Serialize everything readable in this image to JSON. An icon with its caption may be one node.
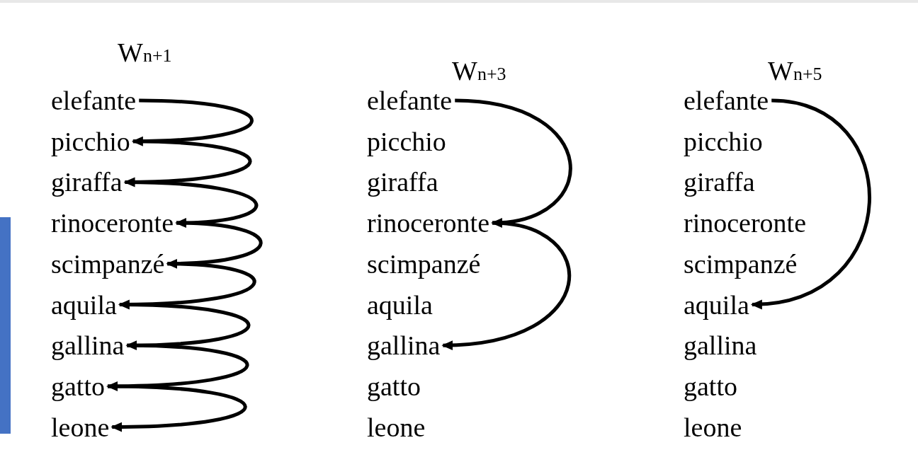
{
  "diagram": {
    "nodes": [
      {
        "text": [
          "elefante"
        ]
      },
      {
        "text": [
          "picchio"
        ]
      },
      {
        "text": [
          "giraffa"
        ]
      },
      {
        "text": [
          "rinoceronte"
        ]
      },
      {
        "text": [
          "scimpanzé"
        ]
      },
      {
        "text": [
          "aquila"
        ]
      },
      {
        "text": [
          "gallina"
        ]
      },
      {
        "text": [
          "gatto"
        ]
      },
      {
        "text": [
          "leone"
        ]
      },
      {
        "text": [
          "elefante"
        ]
      },
      {
        "text": [
          "picchio"
        ]
      },
      {
        "text": [
          "giraffa"
        ]
      },
      {
        "text": [
          "rinoceronte"
        ]
      },
      {
        "text": [
          "scimpanzé"
        ]
      },
      {
        "text": [
          "aquila"
        ]
      },
      {
        "text": [
          "gallina"
        ]
      },
      {
        "text": [
          "gatto"
        ]
      },
      {
        "text": [
          "leone"
        ]
      },
      {
        "text": [
          "elefante"
        ]
      },
      {
        "text": [
          "picchio"
        ]
      },
      {
        "text": [
          "giraffa"
        ]
      },
      {
        "text": [
          "rinoceronte"
        ]
      },
      {
        "text": [
          "scimpanzé"
        ]
      },
      {
        "text": [
          "aquila"
        ]
      },
      {
        "text": [
          "gallina"
        ]
      },
      {
        "text": [
          "gatto"
        ]
      },
      {
        "text": [
          "leone"
        ]
      }
    ],
    "edges": [
      {
        "from": 0,
        "to": 1,
        "arrow": "to"
      },
      {
        "from": 1,
        "to": 2,
        "arrow": "to"
      },
      {
        "from": 2,
        "to": 3,
        "arrow": "to"
      },
      {
        "from": 3,
        "to": 4,
        "arrow": "to"
      },
      {
        "from": 4,
        "to": 5,
        "arrow": "to"
      },
      {
        "from": 5,
        "to": 6,
        "arrow": "to"
      },
      {
        "from": 6,
        "to": 7,
        "arrow": "to"
      },
      {
        "from": 7,
        "to": 8,
        "arrow": "to"
      },
      {
        "from": 9,
        "to": 12,
        "arrow": "to"
      },
      {
        "from": 12,
        "to": 15,
        "arrow": "to"
      },
      {
        "from": 18,
        "to": 23,
        "arrow": "to"
      }
    ],
    "labels": [
      "W$_{n+1}$",
      "W$_{n+3}$",
      "W$_{n+5}$"
    ]
  }
}
